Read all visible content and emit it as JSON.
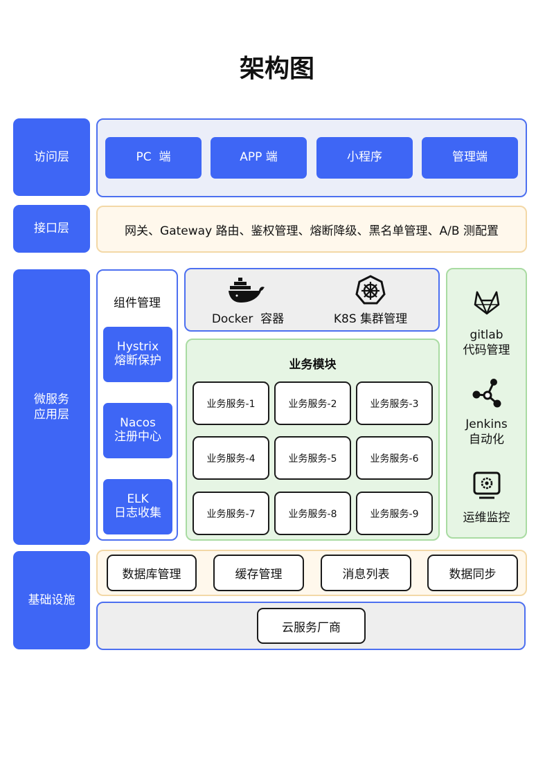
{
  "title": "架构图",
  "layers": {
    "access": "访问层",
    "interface": "接口层",
    "micro_1": "微服务",
    "micro_2": "应用层",
    "infra": "基础设施"
  },
  "access_items": [
    "PC  端",
    "APP 端",
    "小程序",
    "管理端"
  ],
  "interface_text": "网关、Gateway 路由、鉴权管理、熔断降级、黑名单管理、A/B 测配置",
  "components": {
    "title": "组件管理",
    "items": [
      {
        "line1": "Hystrix",
        "line2": "熔断保护"
      },
      {
        "line1": "Nacos",
        "line2": "注册中心"
      },
      {
        "line1": "ELK",
        "line2": "日志收集"
      }
    ]
  },
  "containers": {
    "docker_label": "Docker  容器",
    "k8s_label": "K8S 集群管理",
    "docker_icon": "docker-whale-icon",
    "k8s_icon": "kubernetes-helm-icon"
  },
  "business": {
    "title": "业务模块",
    "services": [
      "业务服务-1",
      "业务服务-2",
      "业务服务-3",
      "业务服务-4",
      "业务服务-5",
      "业务服务-6",
      "业务服务-7",
      "业务服务-8",
      "业务服务-9"
    ]
  },
  "devops": {
    "gitlab_1": "gitlab",
    "gitlab_2": "代码管理",
    "jenkins_1": "Jenkins",
    "jenkins_2": "自动化",
    "monitor": "运维监控"
  },
  "infra_items": [
    "数据库管理",
    "缓存管理",
    "消息列表",
    "数据同步"
  ],
  "cloud": "云服务厂商",
  "colors": {
    "primary": "#3e66f5",
    "green_panel": "#e6f5e4",
    "yellow_panel": "#fff8ec"
  }
}
